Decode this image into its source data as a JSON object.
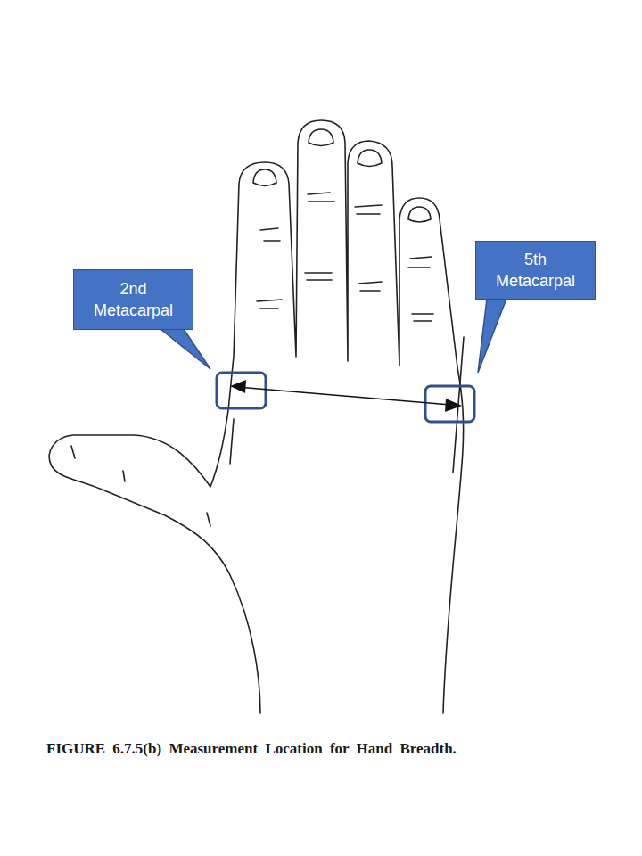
{
  "diagram": {
    "caption": "FIGURE 6.7.5(b) Measurement Location for Hand Breadth.",
    "nodes": [
      {
        "text": [
          "2nd Metacarpal"
        ]
      },
      {
        "text": [
          "5th Metacarpal"
        ]
      }
    ]
  }
}
